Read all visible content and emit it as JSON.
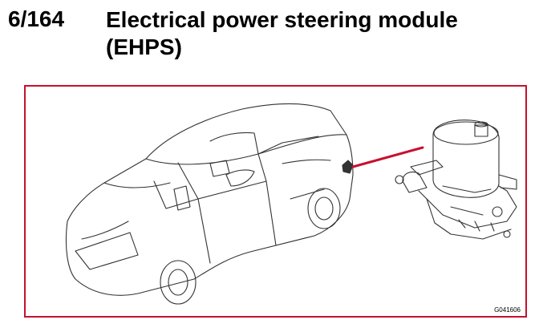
{
  "header": {
    "code": "6/164",
    "title": "Electrical power steering module (EHPS)"
  },
  "figure": {
    "reference": "G041606",
    "leader_color": "#c8102e"
  }
}
